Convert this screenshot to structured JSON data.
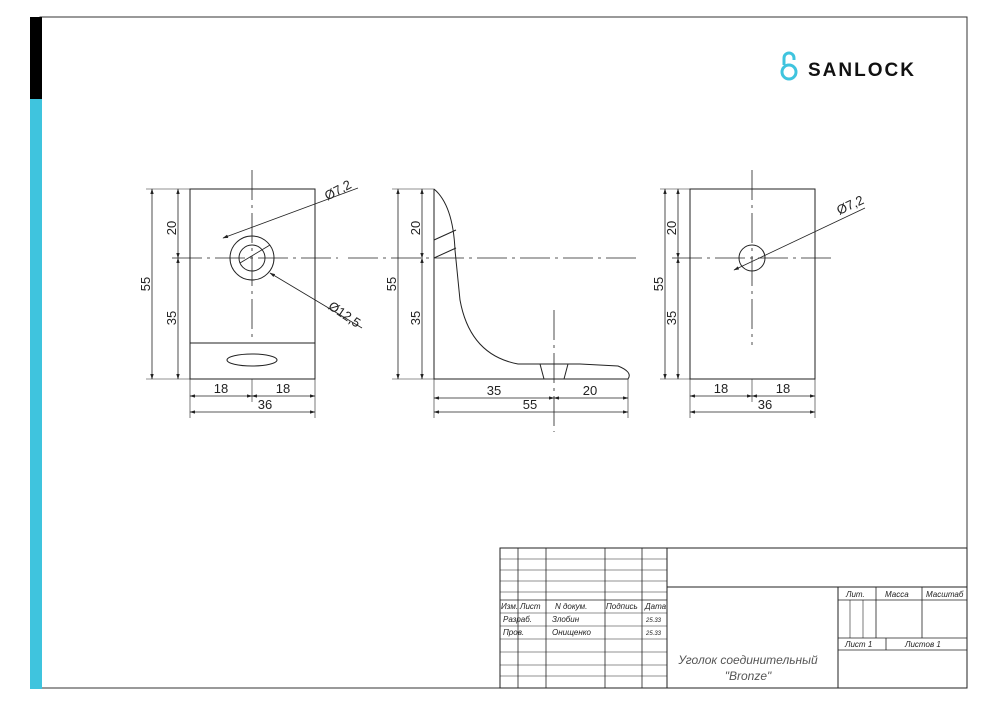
{
  "brand": {
    "name": "SANLOCK",
    "accent_color": "#3fc4de",
    "black_bar_color": "#000000"
  },
  "views": {
    "front": {
      "dims": {
        "top_height": "20",
        "total_height": "55",
        "bottom_height": "35",
        "left_width": "18",
        "right_width": "18",
        "total_width": "36",
        "hole_dia": "Ø7,2",
        "counterbore_dia": "Ø12,5"
      }
    },
    "side": {
      "dims": {
        "top_height": "20",
        "total_height": "55",
        "bottom_height": "35",
        "base_left": "35",
        "base_right": "20",
        "base_total": "55"
      }
    },
    "back": {
      "dims": {
        "top_height": "20",
        "total_height": "55",
        "bottom_height": "35",
        "left_width": "18",
        "right_width": "18",
        "total_width": "36",
        "hole_dia": "Ø7,2"
      }
    }
  },
  "title_block": {
    "headers": {
      "change": "Изм.",
      "sheet": "Лист",
      "doc_no": "N докум.",
      "signature": "Подпись",
      "date": "Дата"
    },
    "rows": [
      {
        "role": "Разраб.",
        "name": "Злобин",
        "date": "25.33"
      },
      {
        "role": "Пров.",
        "name": "Онищенко",
        "date": "25.33"
      }
    ],
    "lit_label": "Лит.",
    "mass_label": "Масса",
    "scale_label": "Масштаб",
    "sheet_label": "Лист 1",
    "sheets_label": "Листов 1",
    "part_name_line1": "Уголок соединительный",
    "part_name_line2": "\"Bronze\""
  }
}
